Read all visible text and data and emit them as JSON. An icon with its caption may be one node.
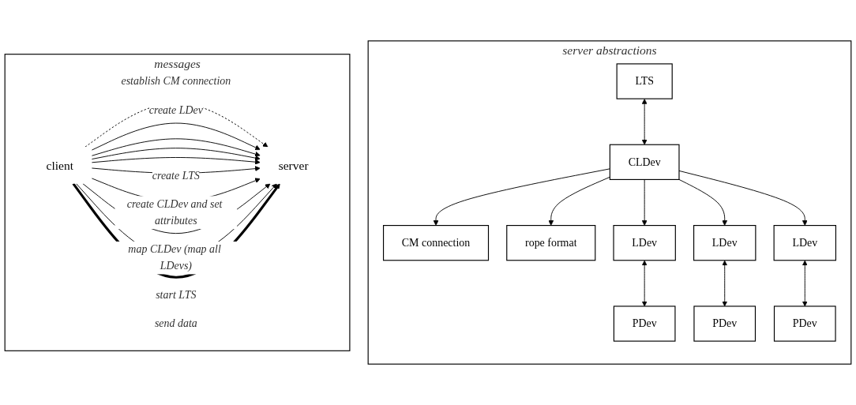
{
  "diagram": {
    "nodes": [
      {
        "text": [
          "server abstractions"
        ]
      },
      {
        "text": [
          "CM connection"
        ],
        "in": 0
      },
      {
        "text": [
          "LTS"
        ],
        "in": 0
      },
      {
        "text": [
          "CLDev"
        ],
        "in": 0
      },
      {
        "text": [
          "rope format"
        ],
        "in": 0
      },
      {
        "text": [
          "LDev"
        ],
        "in": 0
      },
      {
        "text": [
          "LDev"
        ],
        "in": 0
      },
      {
        "text": [
          "LDev"
        ],
        "in": 0
      },
      {
        "text": [
          "PDev"
        ],
        "in": 0
      },
      {
        "text": [
          "PDev"
        ],
        "in": 0
      },
      {
        "text": [
          "PDev"
        ],
        "in": 0
      },
      {
        "text": [
          "messages"
        ]
      },
      {
        "text": [
          "client"
        ],
        "in": 11
      },
      {
        "text": [
          "server"
        ],
        "in": 11
      }
    ],
    "edges": [
      {
        "from": 3,
        "to": 1,
        "arrow": "to"
      },
      {
        "from": 2,
        "to": 3,
        "arrow": "both"
      },
      {
        "from": 3,
        "to": 4,
        "arrow": "to"
      },
      {
        "from": 3,
        "to": 5,
        "arrow": "to"
      },
      {
        "from": 3,
        "to": 6,
        "arrow": "to"
      },
      {
        "from": 3,
        "to": 7,
        "arrow": "to"
      },
      {
        "from": 5,
        "to": 8,
        "arrow": "both"
      },
      {
        "from": 6,
        "to": 9,
        "arrow": "both"
      },
      {
        "from": 7,
        "to": 10,
        "arrow": "both"
      },
      {
        "from": 12,
        "to": 13,
        "arrow": "to",
        "label": "establish CM connection",
        "style": "dashed"
      },
      {
        "from": 12,
        "to": 13,
        "arrow": "to",
        "label": "create LDev"
      },
      {
        "from": 12,
        "to": 13,
        "arrow": "to"
      },
      {
        "from": 12,
        "to": 13,
        "arrow": "to"
      },
      {
        "from": 12,
        "to": 13,
        "arrow": "to"
      },
      {
        "from": 12,
        "to": 13,
        "arrow": "to",
        "label": "create LTS"
      },
      {
        "from": 12,
        "to": 13,
        "arrow": "to",
        "label": "create CLDev and set attributes"
      },
      {
        "from": 12,
        "to": 13,
        "arrow": "to",
        "label": "map CLDev (map all LDevs)"
      },
      {
        "from": 12,
        "to": 13,
        "arrow": "to",
        "label": "start LTS"
      },
      {
        "from": 12,
        "to": 13,
        "arrow": "to",
        "label": "send data",
        "style": "thick"
      }
    ]
  }
}
